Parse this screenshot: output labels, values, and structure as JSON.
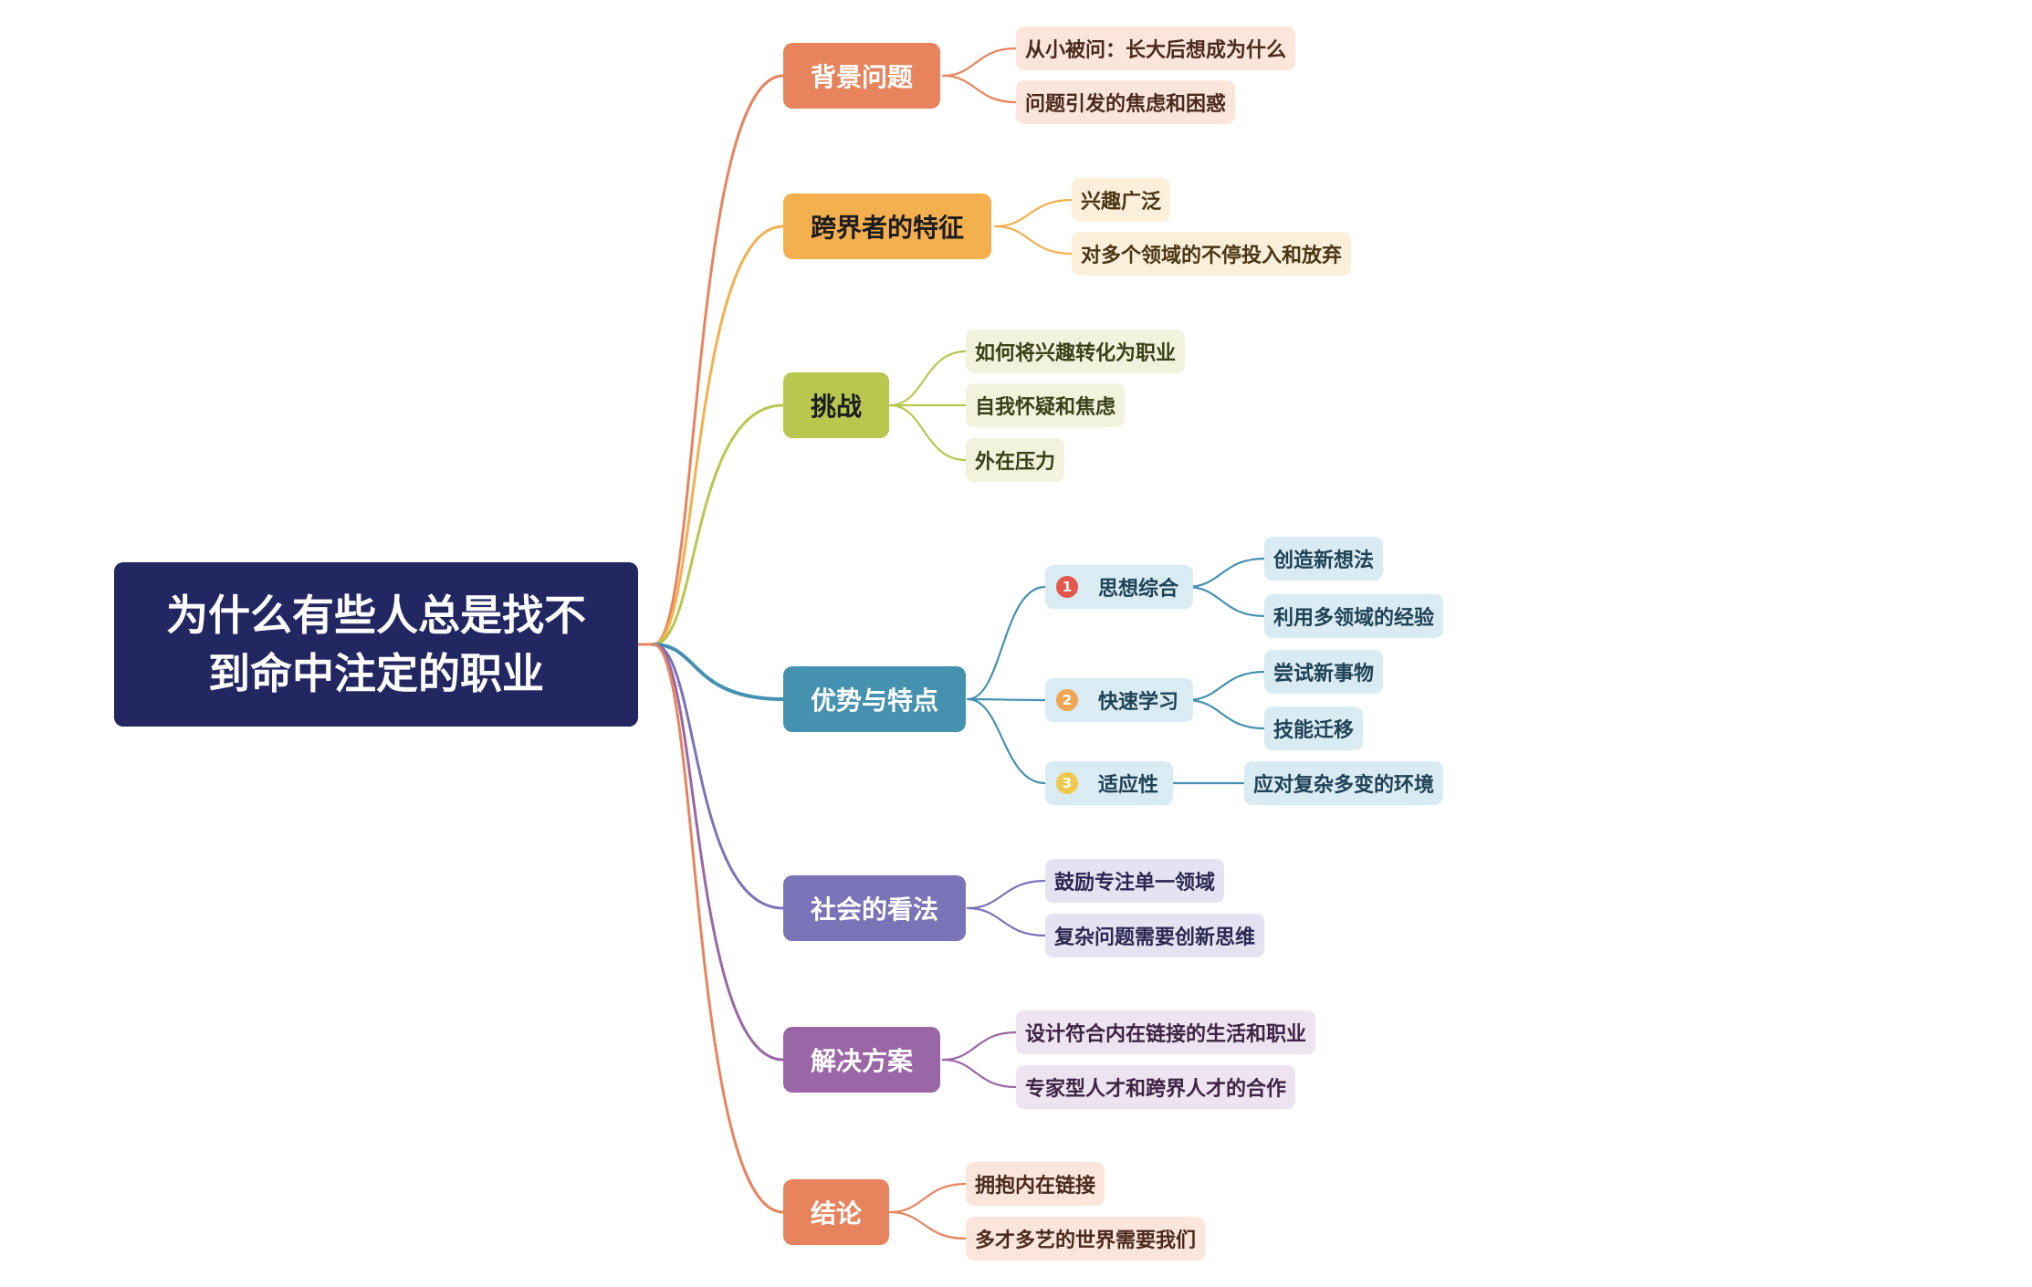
{
  "root": {
    "line1": "为什么有些人总是找不",
    "line2": "到命中注定的职业"
  },
  "colors": {
    "root": "#222661",
    "background": "#E7845E",
    "traits": "#F4B04E",
    "challenges": "#B9C74E",
    "advantages": "#4591B0",
    "society": "#7A73B8",
    "solutions": "#9A66A6",
    "conclusion": "#E7845E"
  },
  "branches": {
    "background": {
      "label": "背景问题",
      "items": [
        "从小被问：长大后想成为什么",
        "问题引发的焦虑和困惑"
      ]
    },
    "traits": {
      "label": "跨界者的特征",
      "items": [
        "兴趣广泛",
        "对多个领域的不停投入和放弃"
      ]
    },
    "challenges": {
      "label": "挑战",
      "items": [
        "如何将兴趣转化为职业",
        "自我怀疑和焦虑",
        "外在压力"
      ]
    },
    "advantages": {
      "label": "优势与特点",
      "subs": [
        {
          "badge": "1",
          "badge_color": "#E4574B",
          "label": "思想综合",
          "items": [
            "创造新想法",
            "利用多领域的经验"
          ]
        },
        {
          "badge": "2",
          "badge_color": "#F0A553",
          "label": "快速学习",
          "items": [
            "尝试新事物",
            "技能迁移"
          ]
        },
        {
          "badge": "3",
          "badge_color": "#F2C94C",
          "label": "适应性",
          "items": [
            "应对复杂多变的环境"
          ]
        }
      ]
    },
    "society": {
      "label": "社会的看法",
      "items": [
        "鼓励专注单一领域",
        "复杂问题需要创新思维"
      ]
    },
    "solutions": {
      "label": "解决方案",
      "items": [
        "设计符合内在链接的生活和职业",
        "专家型人才和跨界人才的合作"
      ]
    },
    "conclusion": {
      "label": "结论",
      "items": [
        "拥抱内在链接",
        "多才多艺的世界需要我们"
      ]
    }
  }
}
